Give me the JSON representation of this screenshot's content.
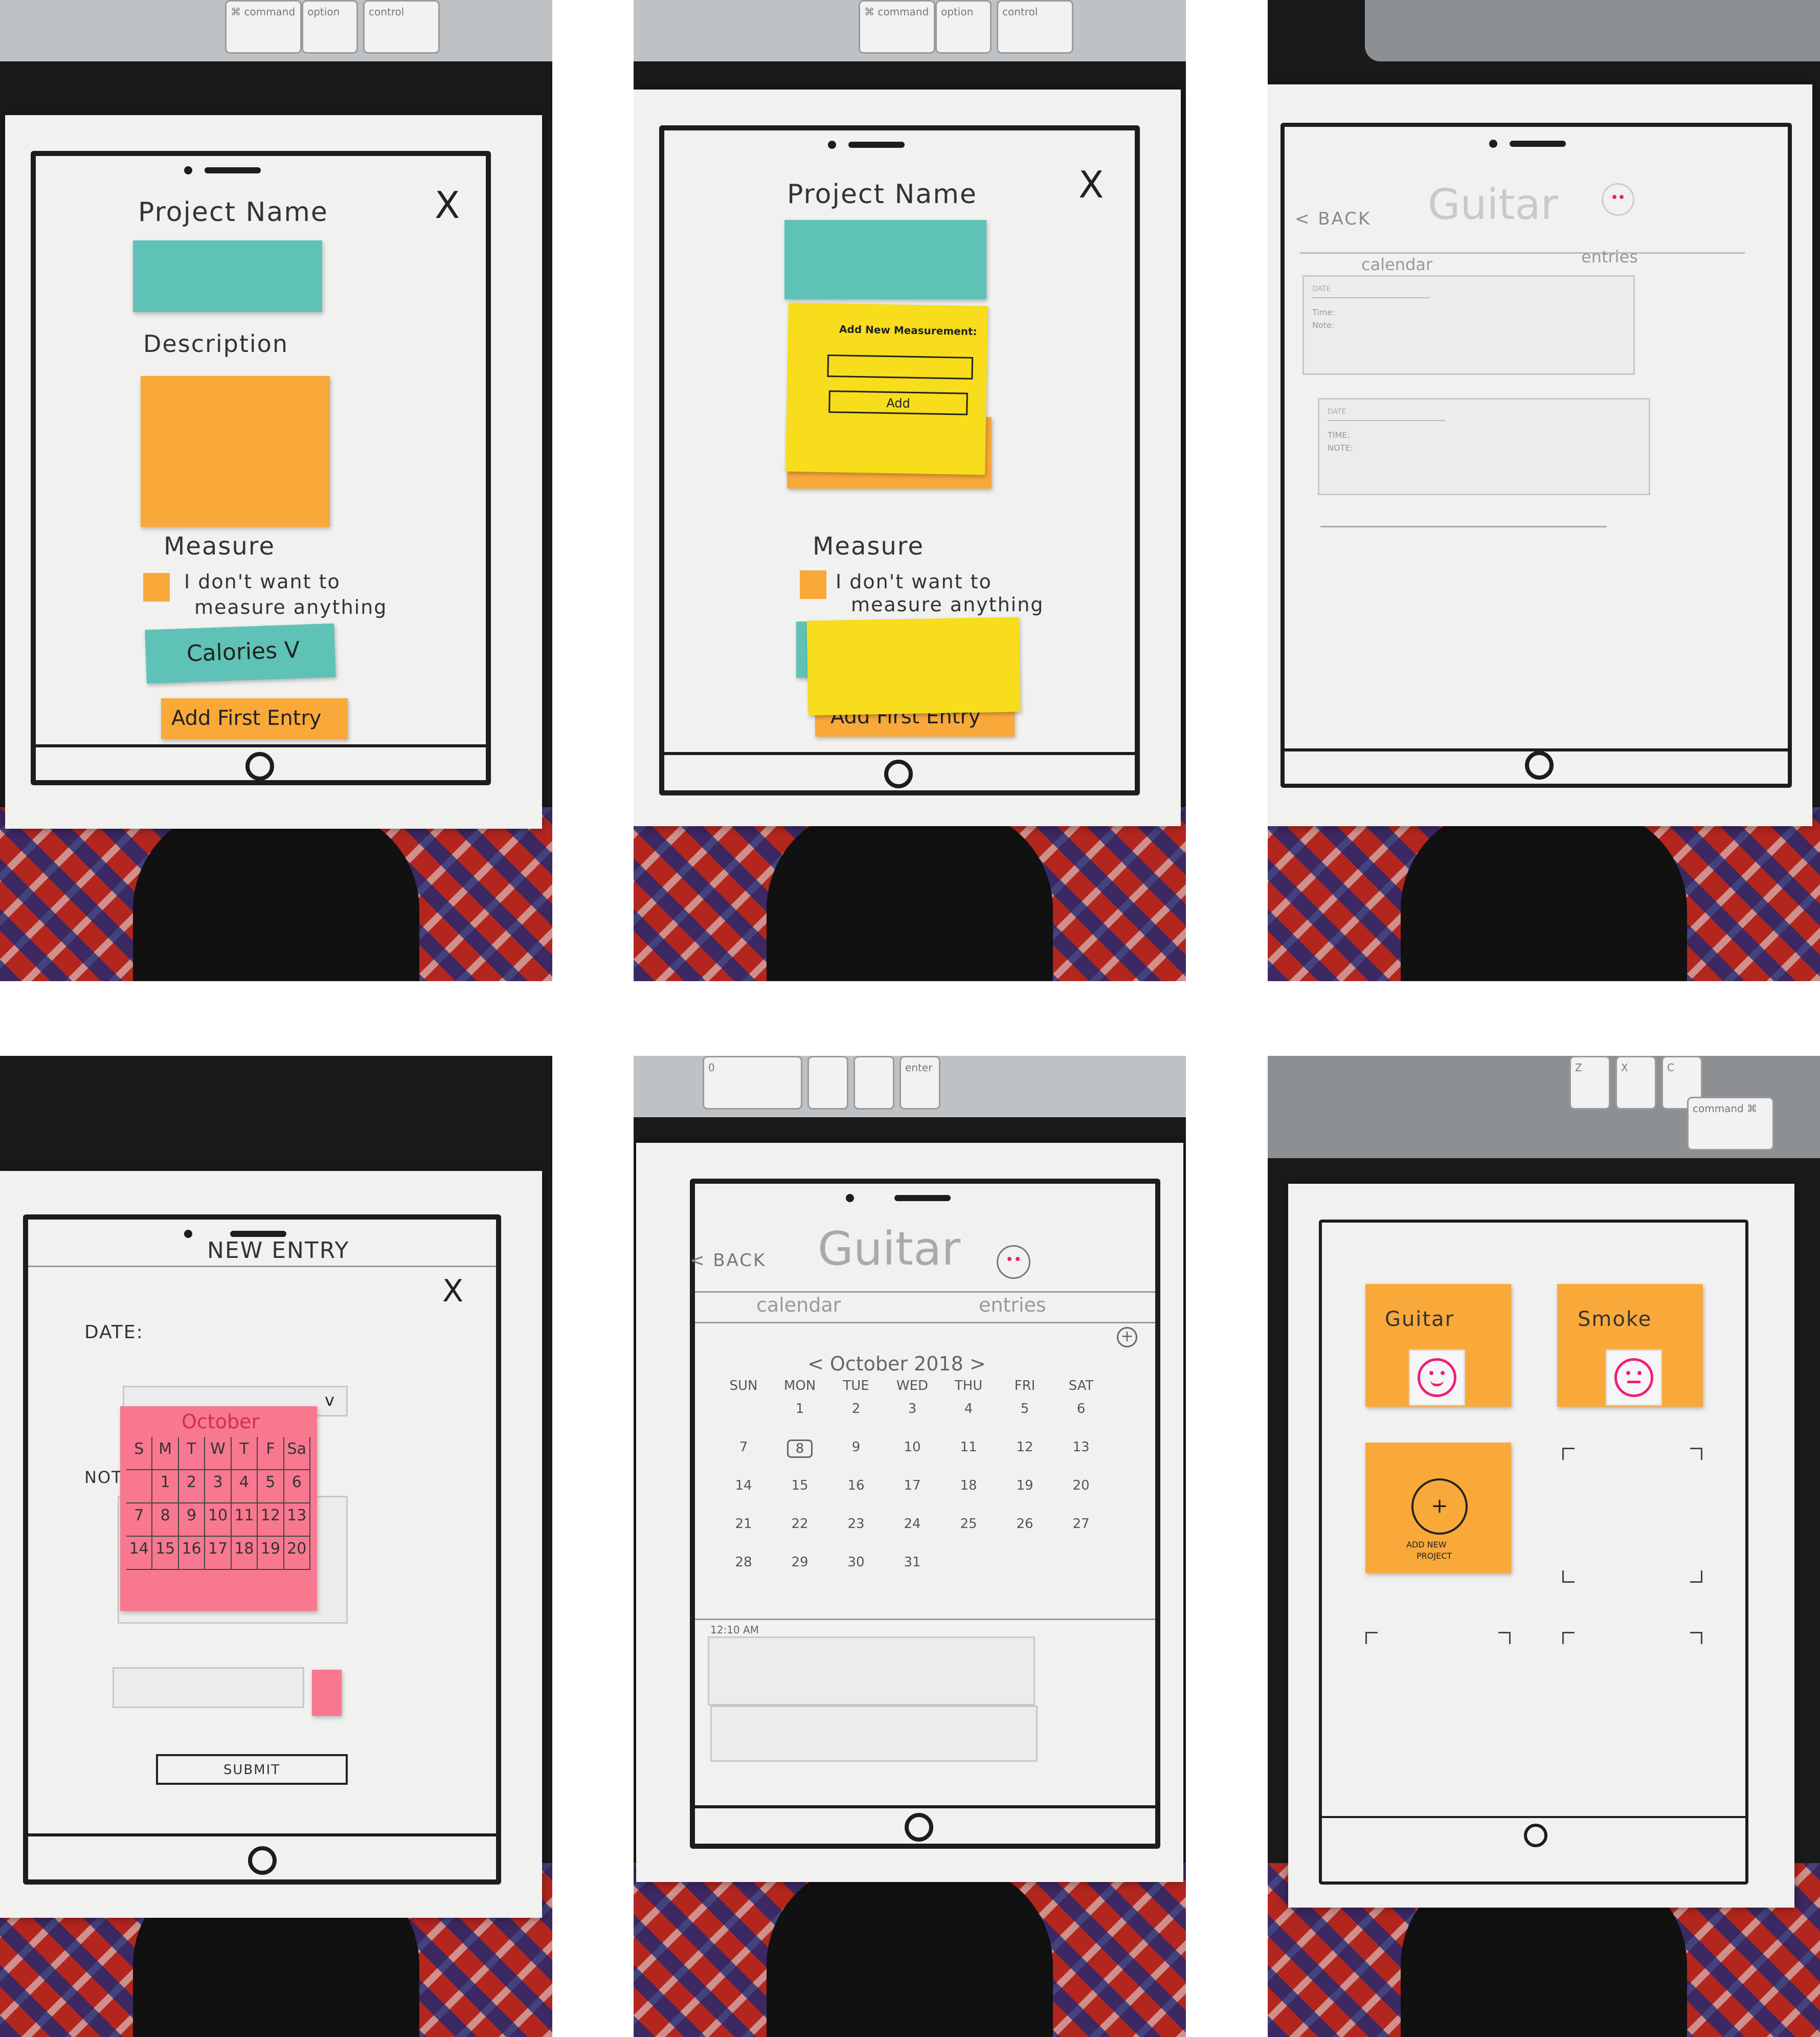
{
  "screens": {
    "s1": {
      "project_name_label": "Project  Name",
      "description_label": "Description",
      "measure_label": "Measure",
      "checkbox_label_line1": "I don't want to",
      "checkbox_label_line2": "measure anything",
      "calories_dropdown": "Calories  V",
      "add_first_entry": "Add First Entry",
      "close": "X"
    },
    "s2": {
      "project_name_label": "Project  Name",
      "popup_title": "Add New Measurement:",
      "popup_add": "Add",
      "measure_label": "Measure",
      "checkbox_label_line1": "I don't want to",
      "checkbox_label_line2": "measure anything",
      "add_first_entry": "Add First Entry",
      "close": "X"
    },
    "s3": {
      "back": "< BACK",
      "title": "Guitar",
      "tab_calendar": "calendar",
      "tab_entries": "entries",
      "card1_date": "DATE",
      "card1_time": "Time:",
      "card1_note": "Note:",
      "card2_date": "DATE",
      "card2_time": "TIME:",
      "card2_note": "NOTE:"
    },
    "s4": {
      "title": "NEW ENTRY",
      "close": "X",
      "date_label": "DATE:",
      "dropdown_arrow": "v",
      "note_label": "NOTE",
      "month": "October",
      "weekdays": [
        "S",
        "M",
        "T",
        "W",
        "T",
        "F",
        "Sa"
      ],
      "days": [
        "",
        "1",
        "2",
        "3",
        "4",
        "5",
        "6",
        "7",
        "8",
        "9",
        "10",
        "11",
        "12",
        "13",
        "14",
        "15",
        "16",
        "17",
        "18",
        "19",
        "20"
      ],
      "submit": "SUBMIT"
    },
    "s5": {
      "back": "< BACK",
      "title": "Guitar",
      "tab_calendar": "calendar",
      "tab_entries": "entries",
      "add_icon": "+",
      "month_header": "< October 2018 >",
      "weekdays": [
        "SUN",
        "MON",
        "TUE",
        "WED",
        "THU",
        "FRI",
        "SAT"
      ],
      "weeks": [
        [
          "",
          "1",
          "2",
          "3",
          "4",
          "5",
          "6"
        ],
        [
          "7",
          "8",
          "9",
          "10",
          "11",
          "12",
          "13"
        ],
        [
          "14",
          "15",
          "16",
          "17",
          "18",
          "19",
          "20"
        ],
        [
          "21",
          "22",
          "23",
          "24",
          "25",
          "26",
          "27"
        ],
        [
          "28",
          "29",
          "30",
          "31",
          "",
          "",
          ""
        ]
      ],
      "time": "12:10 AM"
    },
    "s6": {
      "project1": "Guitar",
      "project2": "Smoke",
      "add_plus": "+",
      "add_label_line1": "ADD NEW",
      "add_label_line2": "PROJECT"
    }
  },
  "keyboard": {
    "k1": "⌘ command",
    "k2": "option",
    "k3": "control",
    "k4": "0",
    "k5": "enter",
    "k6": "Z",
    "k7": "X",
    "k8": "C",
    "k9": "command ⌘"
  }
}
